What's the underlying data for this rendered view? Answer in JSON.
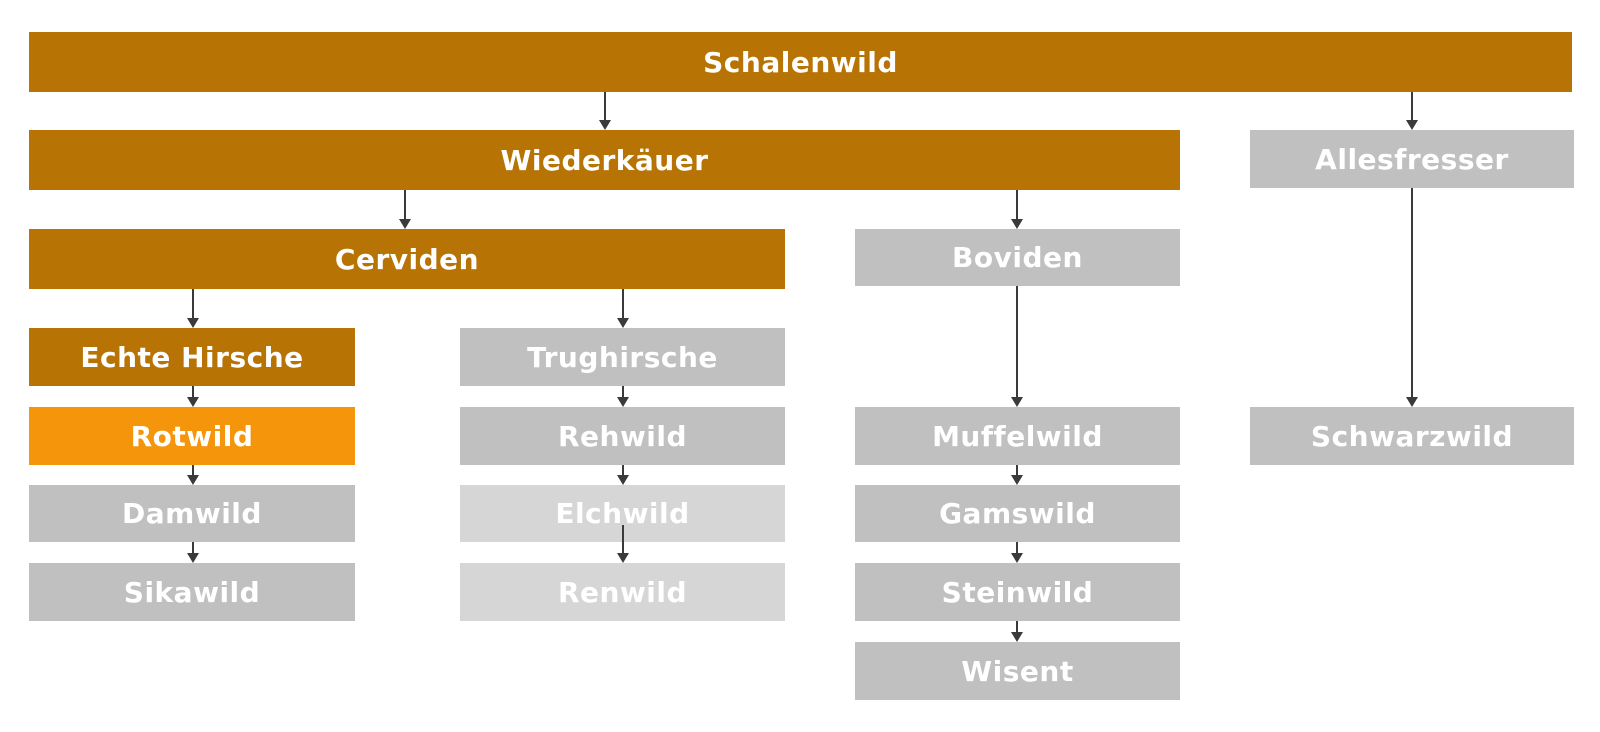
{
  "diagram": {
    "nodes": {
      "schalenwild": "Schalenwild",
      "wiederkaeuer": "Wiederkäuer",
      "allesfresser": "Allesfresser",
      "cerviden": "Cerviden",
      "boviden": "Boviden",
      "echte_hirsche": "Echte Hirsche",
      "trughirsche": "Trughirsche",
      "rotwild": "Rotwild",
      "damwild": "Damwild",
      "sikawild": "Sikawild",
      "rehwild": "Rehwild",
      "elchwild": "Elchwild",
      "renwild": "Renwild",
      "muffelwild": "Muffelwild",
      "gamswild": "Gamswild",
      "steinwild": "Steinwild",
      "wisent": "Wisent",
      "schwarzwild": "Schwarzwild"
    },
    "colors": {
      "brown": "#b87305",
      "orange": "#f4950b",
      "gray": "#c0c0c0",
      "light_gray": "#d6d6d6",
      "connector": "#3a3a3a"
    }
  }
}
